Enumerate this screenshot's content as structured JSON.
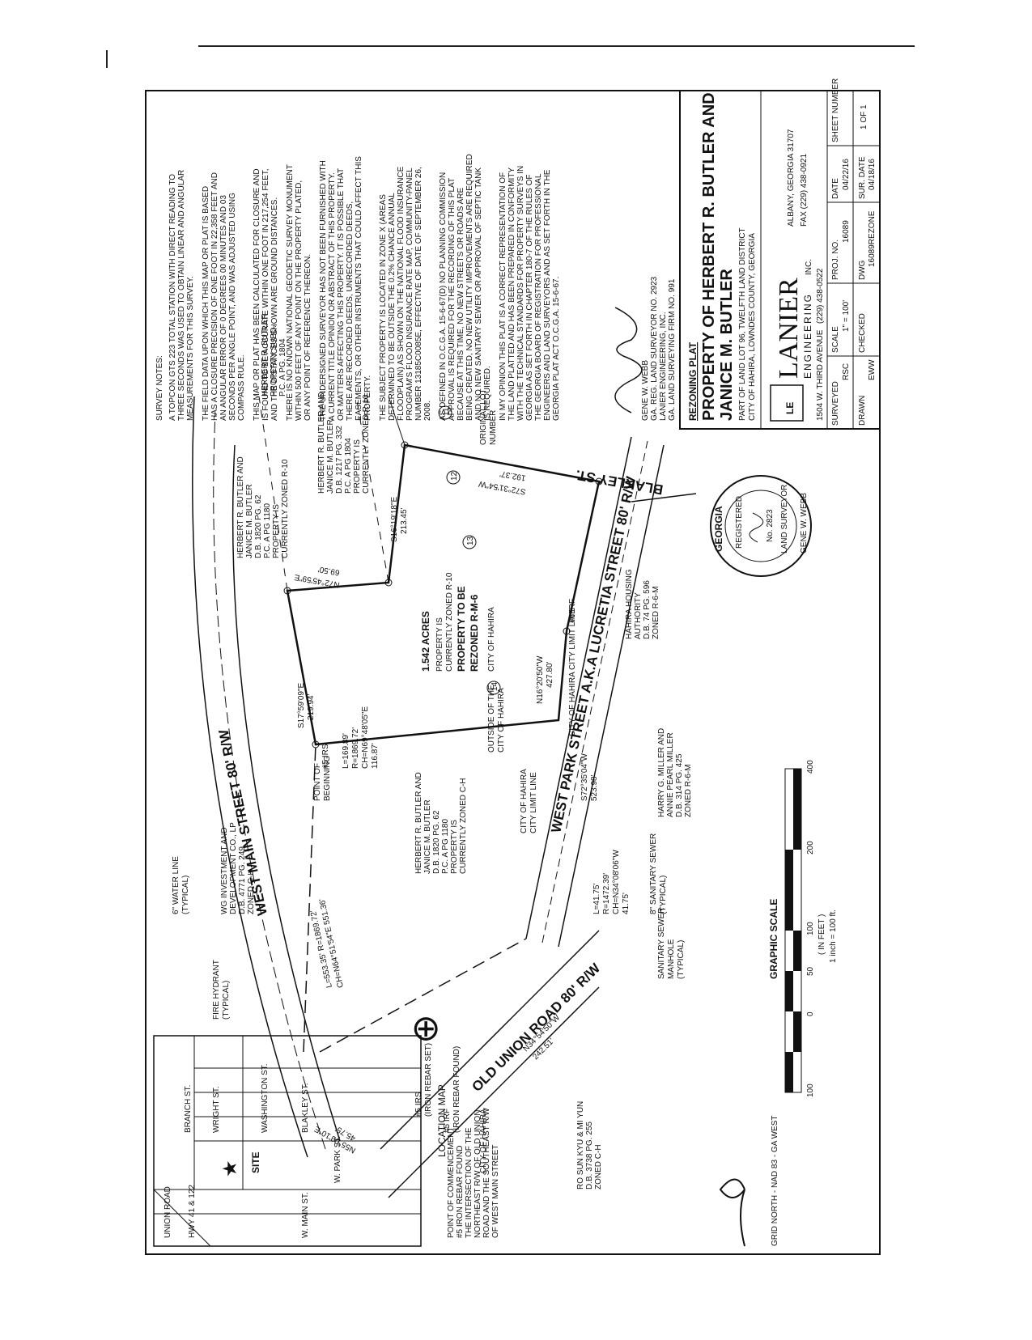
{
  "survey_notes": {
    "heading": "SURVEY NOTES:",
    "paragraphs": [
      [
        "A TOPCON GTS 223 TOTAL STATION WITH DIRECT READING TO",
        "THREE SECONDS WAS USED TO OBTAIN LINEAR AND ANGULAR",
        "MEASUREMENTS FOR THIS SURVEY."
      ],
      [
        "THE FIELD DATA UPON WHICH THIS MAP OR PLAT IS BASED",
        "HAS A CLOSURE PRECISION OF ONE FOOT IN 22,358 FEET AND",
        "AN ANGULAR ERROR OF 0 DEGREES 00 MINUTES AND 03",
        "SECONDS PER ANGLE POINT, AND WAS ADJUSTED USING",
        "COMPASS RULE."
      ],
      [
        "THIS MAP OR PLAT HAS BEEN CALCULATED FOR CLOSURE AND",
        "IS FOUND TO BE ACCURATE WITHIN ONE FOOT IN 217,254 FEET,",
        "AND THE DISTANCES SHOWN ARE GROUND DISTANCES."
      ],
      [
        "THERE IS NO KNOWN NATIONAL GEODETIC SURVEY MONUMENT",
        "WITHIN 500 FEET OF ANY POINT ON THE PROPERTY PLATED,",
        "OR ANY POINT OF REFERENCE THEREON."
      ],
      [
        "THE UNDERSIGNED SURVEYOR HAS NOT BEEN FURNISHED WITH",
        "A CURRENT TITLE OPINION OR ABSTRACT OF THIS PROPERTY.",
        "OR MATTERS AFFECTING THIS PROPERTY. IT IS POSSIBLE THAT",
        "THERE ARE RECORDED DEEDS, UNRECORDED DEEDS,",
        "EASEMENTS, OR OTHER INSTRUMENTS THAT COULD AFFECT THIS",
        "PROPERTY."
      ],
      [
        "THE SUBJECT PROPERTY IS LOCATED IN ZONE X (AREAS",
        "DETERMINED TO BE OUTSIDE THE 0.2% CHANCE ANNUAL",
        "FLOODPLAIN) AS SHOWN ON THE NATIONAL FLOOD INSURANCE",
        "PROGRAM'S FLOOD INSURANCE RATE MAP, COMMUNITY-PANEL",
        "NUMBER 13185C0085E, EFFECTIVE OF DATE OF SEPTEMBER 26,",
        "2008."
      ],
      [
        "AS DEFINED IN O.C.G.A. 15-6-67(D) NO PLANNING COMMISSION",
        "APPROVAL IS REQUIRED FOR THE RECORDING OF THIS PLAT",
        "BECAUSE AT THIS TIME, NO NEW STREETS OR ROADS ARE",
        "BEING CREATED, NO NEW UTILITY IMPROVEMENTS ARE REQUIRED",
        "AND NO NEW SANITARY SEWER OR APPROVAL OF SEPTIC TANK",
        "IS REQUIRED."
      ],
      [
        "IN MY OPINION THIS PLAT IS A CORRECT REPRESENTATION OF",
        "THE LAND PLATTED AND HAS BEEN PREPARED IN CONFORMITY",
        "WITH THE TECHNICAL STANDARDS FOR PROPERTY SURVEYS IN",
        "GEORGIA AS SET FORTH IN CHAPTER 180-7 OF THE RULES OF",
        "THE GEORGIA BOARD OF REGISTRATION FOR PROFESSIONAL",
        "ENGINEERS AND LAND SURVEYORS AND AS SET FORTH IN THE",
        "GEORGIA PLAT ACT O.C.G.A. 15-6-67."
      ]
    ],
    "signature_lines": [
      "GENE W. WEBB",
      "GA. REG. LAND SURVEYOR NO. 2923",
      "LANIER ENGINEERING, INC.",
      "GA. LAND SURVEYING FIRM NO. 991"
    ]
  },
  "title_block": {
    "label": "REZONING PLAT",
    "title_line1": "PROPERTY OF HERBERT R. BUTLER AND",
    "title_line2": "JANICE M. BUTLER",
    "location1": "PART OF LAND LOT 96, TWELFTH LAND DISTRICT",
    "location2": "CITY OF HAHIRA, LOWNDES COUNTY, GEORGIA",
    "logo_letters": "LE",
    "firm_name": "LANIER",
    "firm_sub": "ENGINEERING",
    "firm_inc": "INC.",
    "address1": "1504 W. THIRD AVENUE",
    "address2": "ALBANY, GEORGIA 31707",
    "phone": "(229) 438-0522",
    "fax": "FAX (229) 438-0921",
    "table": {
      "surveyed_label": "SURVEYED",
      "surveyed": "RSC",
      "scale_label": "SCALE",
      "scale": "1\" = 100'",
      "proj_label": "PROJ. NO.",
      "proj": "16089",
      "date_label": "DATE",
      "date": "04/22/16",
      "sheet_label": "SHEET NUMBER",
      "sheet": "1 OF 1",
      "drawn_label": "DRAWN",
      "drawn": "EWW",
      "checked_label": "CHECKED",
      "dwg_label": "DWG",
      "dwg": "16089REZONE",
      "surdate_label": "SUR. DATE",
      "surdate": "04/18/16"
    }
  },
  "seal": {
    "top": "GEORGIA",
    "registered": "REGISTERED",
    "no": "No. 2823",
    "bottom1": "LAND SURVEYOR",
    "bottom2": "GENE W. WEBB"
  },
  "streets": {
    "west_main": "WEST MAIN STREET 80' R/W",
    "west_park": "WEST PARK STREET A.K.A LUCRETIA STREET 80' R/W",
    "old_union": "OLD UNION ROAD 80' R/W",
    "blakley": "BLAKLEY ST.",
    "w6": "6\"W"
  },
  "parcel": {
    "acres": "1.542 ACRES",
    "zoned1": "PROPERTY IS",
    "zoned2": "CURRENTLY ZONED R-10",
    "zoned3": "PROPERTY TO BE",
    "zoned4": "REZONED R-M-6",
    "city": "CITY OF HAHIRA",
    "lot14": "14",
    "lot13": "13",
    "lot12": "12",
    "lot11": "11"
  },
  "calls": {
    "c1": "S17°59'09\"E",
    "c1d": "219.94'",
    "c2": "N72°45'59\"E",
    "c2d": "69.50'",
    "c3": "S16°19'18\"E",
    "c3d": "213.45'",
    "c4": "S72°31'54\"W",
    "c4d": "192.37'",
    "c5": "N16°20'50\"W",
    "c5d": "427.80'",
    "city_limit": "CITY OF HAHIRA CITY LIMIT LINE",
    "curve1a": "L=169.89'",
    "curve1b": "R=1869.72'",
    "curve1c": "CH=N69°48'05\"E",
    "curve1d": "116.87'",
    "c6": "S72°35'04\"W",
    "c6d": "523.98'",
    "curve2a": "L=41.75'",
    "curve2b": "R=1472.39'",
    "curve2c": "CH=N34°08'06\"W",
    "curve2d": "41.75'",
    "c7": "N34°54'50\"W",
    "c7d": "242.51'",
    "c8": "N55°03'10\"E",
    "c8d": "45.75'",
    "curve3a": "L=553.35' R=1869.72'",
    "curve3b": "CH=N64°51'54\"E  551.36'"
  },
  "labels": {
    "irs": "#5 IRS",
    "irf": "#6 IRF",
    "irf5": "#5 IRF",
    "pob1": "POINT OF",
    "pob2": "BEGINNING",
    "outside1": "OUTSIDE OF THE",
    "outside2": "CITY OF HAHIRA",
    "city_limit1": "CITY OF HAHIRA",
    "city_limit2": "CITY LIMIT LINE",
    "orig_lot1": "ORIGINAL LOT",
    "orig_lot2": "NUMBER",
    "sewer1": "8\" SANITARY SEWER",
    "sewer2": "(TYPICAL)",
    "manhole1": "SANITARY SEWER",
    "manhole2": "MANHOLE",
    "manhole3": "(TYPICAL)",
    "waterline1": "6\" WATER LINE",
    "waterline2": "(TYPICAL)",
    "hydrant1": "FIRE HYDRANT",
    "hydrant2": "(TYPICAL)",
    "irs_set1": "#5 IRS",
    "irs_set2": "(IRON REBAR SET)",
    "irf_found1": "#5 IRF",
    "irf_found2": "(IRON REBAR FOUND)",
    "city_of_hahira": "CITY OF HAHIRA"
  },
  "owners": {
    "butler_a": [
      "HERBERT R. BUTLER AND",
      "JANICE M. BUTLER",
      "D.B. 1820 PG. 62",
      "P.C. A PG 1180",
      "PROPERTY IS",
      "CURRENTLY ZONED R-10"
    ],
    "butler_b": [
      "HERBERT R. BUTLER AND",
      "JANICE M. BUTLER",
      "D.B. 1217 PG. 332",
      "P.C. A PG 1804",
      "PROPERTY IS",
      "CURRENTLY ZONED R-10"
    ],
    "butler_subd": [
      "HERBERT R. BUTLER",
      "PROPERTY SUBD.",
      "P.C. A PG. 1804"
    ],
    "butler_c": [
      "HERBERT R. BUTLER AND",
      "JANICE M. BUTLER",
      "D.B. 1820 PG. 62",
      "P.C. A PG 1180",
      "PROPERTY IS",
      "CURRENTLY ZONED C-H"
    ],
    "housing": [
      "HAHIRA HOUSING",
      "AUTHORITY",
      "D.B. 74 PG. 596",
      "ZONED R-6-M"
    ],
    "miller": [
      "HARRY G. MILLER AND",
      "ANNIE PEARL MILLER",
      "D.B. 314 PG. 425",
      "ZONED R-6-M"
    ],
    "wg": [
      "WG INVESTMENT AND",
      "DEVELOPMENT CO., LP",
      "D.B. 4771 PG. 249",
      "ZONED C-H"
    ],
    "yun": [
      "RO SUN KYU & MI YUN",
      "D.B. 3738 PG. 255",
      "ZONED C-H"
    ],
    "commencement": [
      "POINT OF COMMENCEMENT",
      "#5 IRON REBAR FOUND",
      "THE INTERSECTION OF THE",
      "NORTHEAST R/W OF OLD UNION",
      "ROAD AND THE SOUTHEAST R/W",
      "OF WEST MAIN STREET"
    ]
  },
  "location_map": {
    "title": "LOCATION MAP",
    "site": "SITE",
    "streets": [
      "BRANCH ST.",
      "WRIGHT ST.",
      "WASHINGTON ST.",
      "BLAKLEY ST.",
      "W. PARK ST.",
      "W. MAIN ST.",
      "HWY 41 & 122",
      "UNION ROAD"
    ]
  },
  "scale": {
    "title": "GRAPHIC SCALE",
    "unit": "( IN FEET )",
    "ratio": "1 inch = 100 ft.",
    "ticks": [
      "100",
      "0",
      "50",
      "100",
      "200",
      "400"
    ]
  },
  "north": "GRID NORTH - NAD 83 - GA WEST"
}
